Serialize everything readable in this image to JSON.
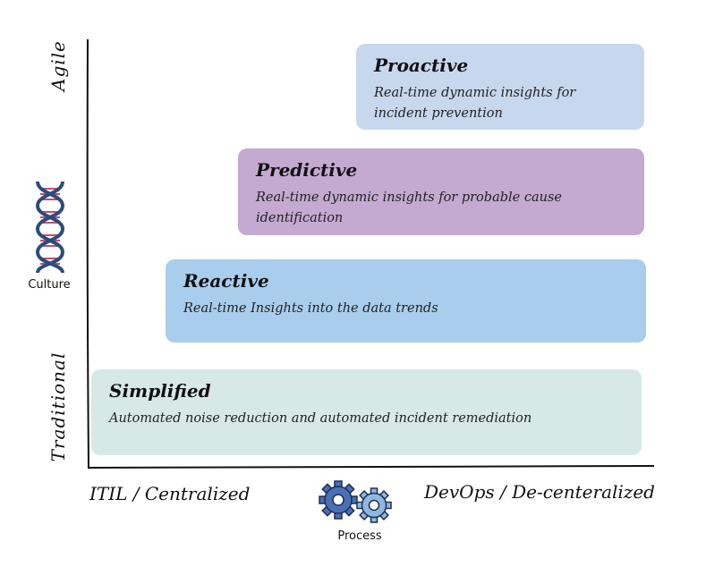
{
  "y_axis": {
    "top_label": "Agile",
    "middle_label": "Culture",
    "bottom_label": "Traditional"
  },
  "x_axis": {
    "left_label": "ITIL / Centralized",
    "center_label": "Process",
    "right_label": "DevOps / De-centeralized"
  },
  "bands": [
    {
      "title": "Proactive",
      "description": "Real-time dynamic insights for incident prevention",
      "color": "#c7d7ee"
    },
    {
      "title": "Predictive",
      "description": "Real-time dynamic insights for probable cause identification",
      "color": "#c4a9d1"
    },
    {
      "title": "Reactive",
      "description": "Real-time Insights into the data trends",
      "color": "#a9cdec"
    },
    {
      "title": "Simplified",
      "description": "Automated noise reduction and automated incident remediation",
      "color": "#d7e9e6"
    }
  ],
  "icons": {
    "culture": "dna-icon",
    "process": "gears-icon"
  },
  "colors": {
    "axis": "#111111",
    "gear_dark": "#4a6fb5",
    "gear_light": "#8fb8e0",
    "dna_strand": "#2c4c7a",
    "dna_rung": "#c44f6d"
  }
}
